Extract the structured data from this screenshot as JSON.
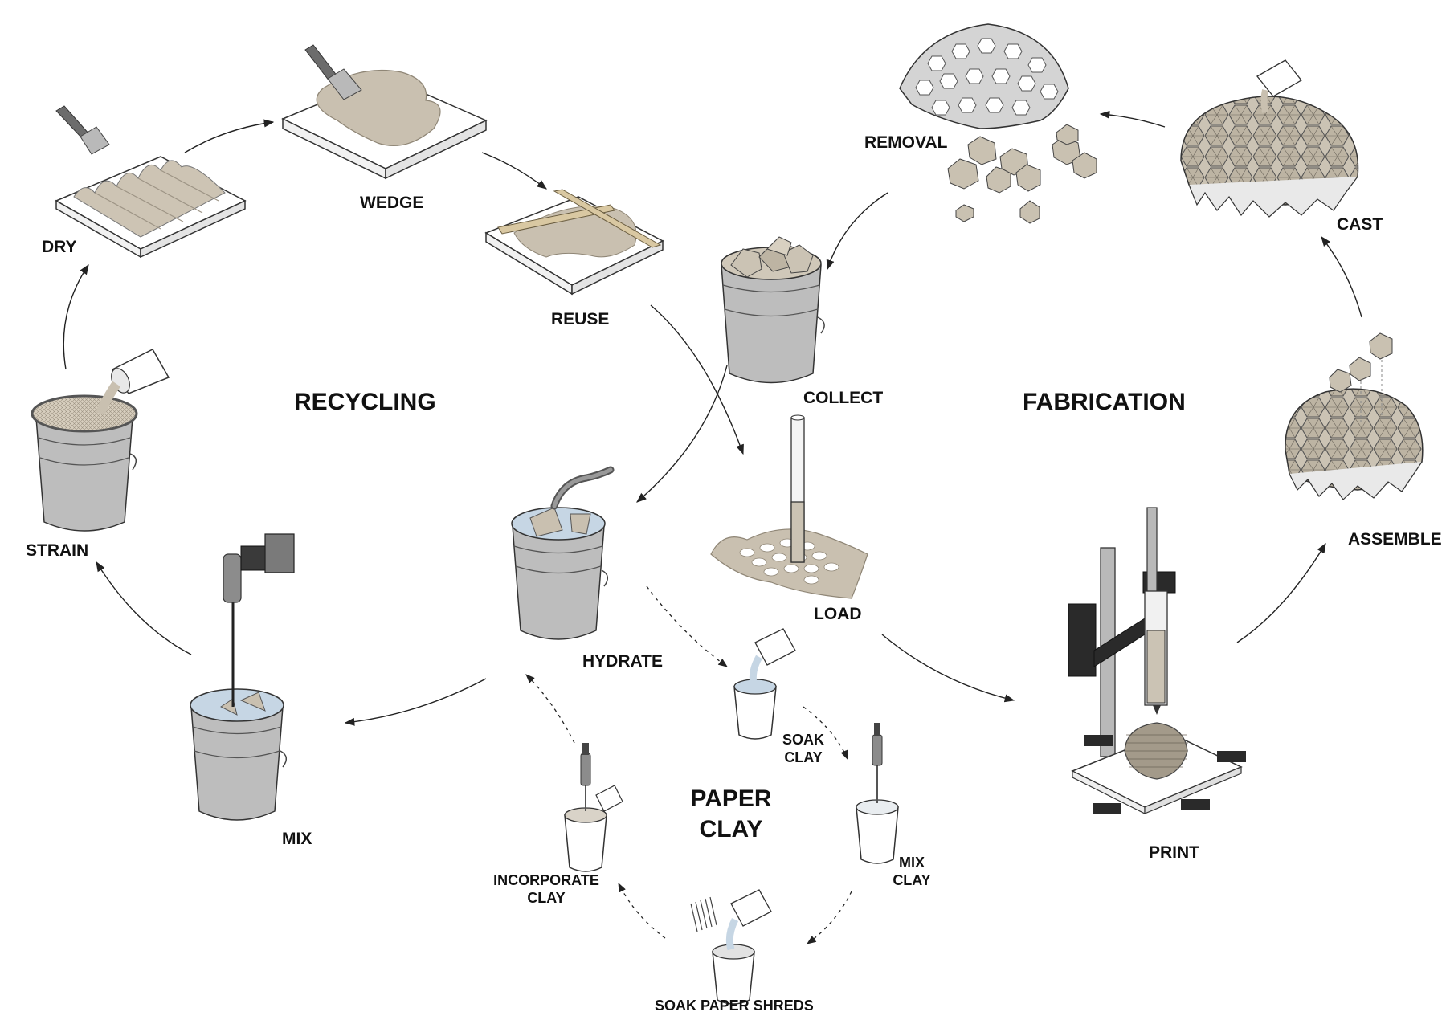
{
  "sections": {
    "recycling": "RECYCLING",
    "fabrication": "FABRICATION",
    "paper_clay_line1": "PAPER",
    "paper_clay_line2": "CLAY"
  },
  "steps": {
    "dry": "DRY",
    "wedge": "WEDGE",
    "reuse": "REUSE",
    "strain": "STRAIN",
    "mix": "MIX",
    "hydrate": "HYDRATE",
    "collect": "COLLECT",
    "load": "LOAD",
    "removal": "REMOVAL",
    "cast": "CAST",
    "assemble": "ASSEMBLE",
    "print": "PRINT",
    "soak_clay_1": "SOAK",
    "soak_clay_2": "CLAY",
    "mix_clay_1": "MIX",
    "mix_clay_2": "CLAY",
    "incorporate_clay_1": "INCORPORATE",
    "incorporate_clay_2": "CLAY",
    "soak_paper_shreds": "SOAK PAPER SHREDS"
  },
  "colors": {
    "clay": "#c9c0b0",
    "clay_dark": "#a89f8e",
    "bucket": "#b9b9b9",
    "bucket_dark": "#8f8f8f",
    "water": "#c9d8e6",
    "arrow": "#222222",
    "metal": "#9a9a9a",
    "black": "#1e1e1e"
  }
}
